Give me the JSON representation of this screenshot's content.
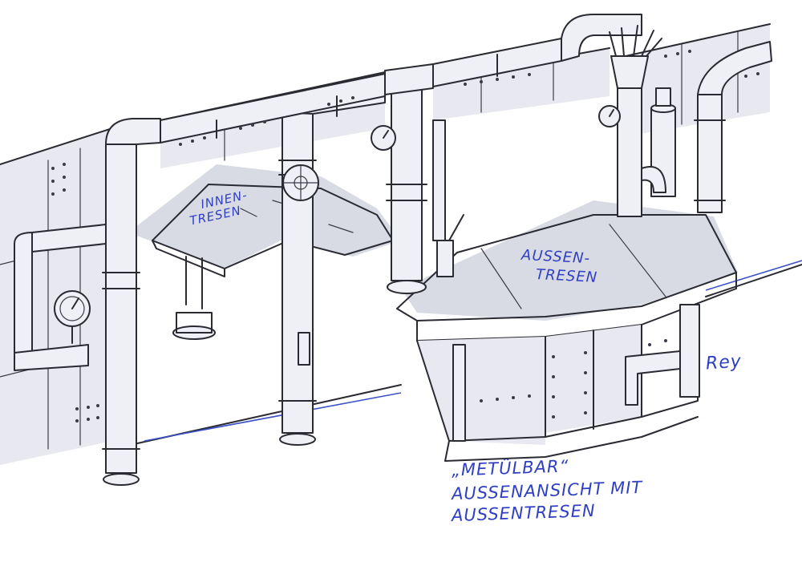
{
  "labels": {
    "innen_line1": "INNEN-",
    "innen_line2": "TRESEN",
    "aussen_line1": "AUSSEN-",
    "aussen_line2": "TRESEN",
    "signature": "Rey",
    "caption_line1": "„METÜLBAR“",
    "caption_line2": "AUSSENANSICHT MIT",
    "caption_line3": "AUSSENTRESEN"
  },
  "colors": {
    "ink": "#2a2a33",
    "annotation_blue": "#2f3fc4",
    "shading": "#d8dae4"
  }
}
